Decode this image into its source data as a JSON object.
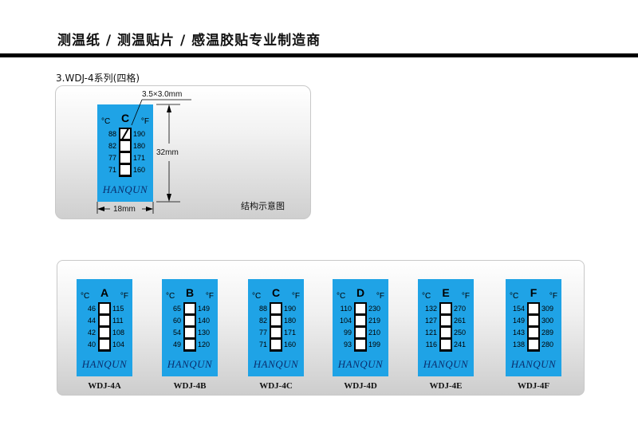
{
  "header": {
    "title": "测温纸 / 测温贴片 / 感温胶贴专业制造商"
  },
  "section": {
    "title": "3.WDJ-4系列(四格)"
  },
  "diagram": {
    "window_size": "3.5×3.0mm",
    "height": "32mm",
    "width": "18mm",
    "caption": "结构示意图",
    "label": {
      "grade": "C",
      "unit_c": "°C",
      "unit_f": "°F",
      "celsius": [
        "88",
        "82",
        "77",
        "71"
      ],
      "fahrenheit": [
        "190",
        "180",
        "171",
        "160"
      ],
      "brand": "HANQUN"
    }
  },
  "products": [
    {
      "model": "WDJ-4A",
      "grade": "A",
      "unit_c": "°C",
      "unit_f": "°F",
      "celsius": [
        "46",
        "44",
        "42",
        "40"
      ],
      "fahrenheit": [
        "115",
        "111",
        "108",
        "104"
      ],
      "brand": "HANQUN"
    },
    {
      "model": "WDJ-4B",
      "grade": "B",
      "unit_c": "°C",
      "unit_f": "°F",
      "celsius": [
        "65",
        "60",
        "54",
        "49"
      ],
      "fahrenheit": [
        "149",
        "140",
        "130",
        "120"
      ],
      "brand": "HANQUN"
    },
    {
      "model": "WDJ-4C",
      "grade": "C",
      "unit_c": "°C",
      "unit_f": "°F",
      "celsius": [
        "88",
        "82",
        "77",
        "71"
      ],
      "fahrenheit": [
        "190",
        "180",
        "171",
        "160"
      ],
      "brand": "HANQUN"
    },
    {
      "model": "WDJ-4D",
      "grade": "D",
      "unit_c": "°C",
      "unit_f": "°F",
      "celsius": [
        "110",
        "104",
        "99",
        "93"
      ],
      "fahrenheit": [
        "230",
        "219",
        "210",
        "199"
      ],
      "brand": "HANQUN"
    },
    {
      "model": "WDJ-4E",
      "grade": "E",
      "unit_c": "°C",
      "unit_f": "°F",
      "celsius": [
        "132",
        "127",
        "121",
        "116"
      ],
      "fahrenheit": [
        "270",
        "261",
        "250",
        "241"
      ],
      "brand": "HANQUN"
    },
    {
      "model": "WDJ-4F",
      "grade": "F",
      "unit_c": "°C",
      "unit_f": "°F",
      "celsius": [
        "154",
        "149",
        "143",
        "138"
      ],
      "fahrenheit": [
        "309",
        "300",
        "289",
        "280"
      ],
      "brand": "HANQUN"
    }
  ],
  "colors": {
    "label_blue": "#1fa3e6",
    "brand_text": "#0a2f6e",
    "rule": "#000000"
  }
}
